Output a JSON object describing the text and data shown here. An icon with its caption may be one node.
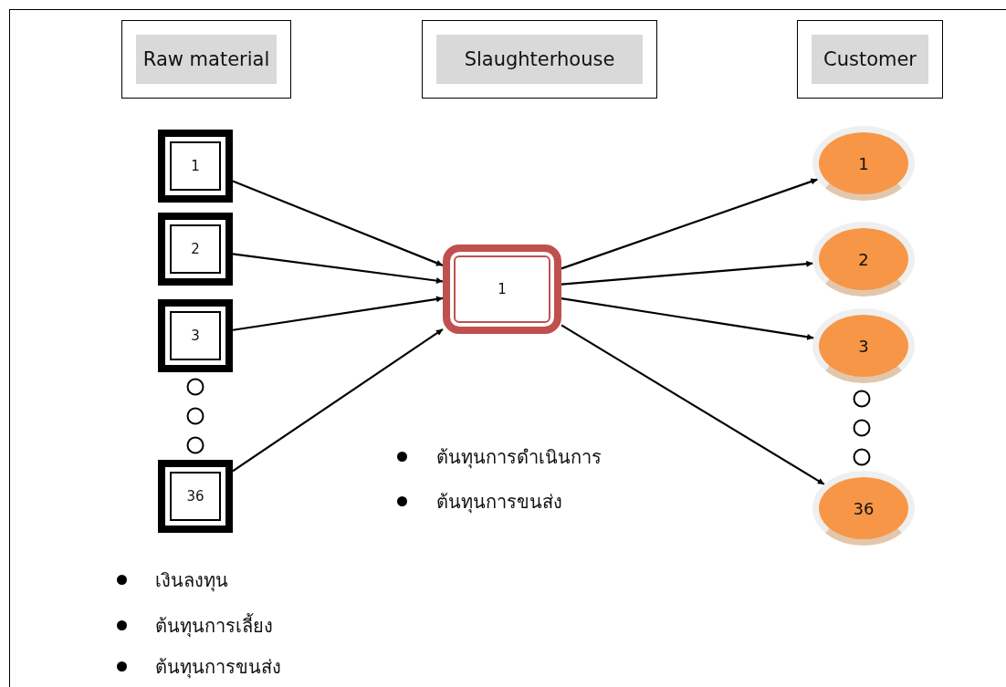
{
  "diagram": {
    "nodes": [
      {
        "text": [
          "Raw material"
        ]
      },
      {
        "text": [
          "Slaughterhouse"
        ]
      },
      {
        "text": [
          "Customer"
        ]
      },
      {
        "text": [
          "1"
        ]
      },
      {
        "text": [
          "2"
        ]
      },
      {
        "text": [
          "3"
        ]
      },
      {
        "text": [
          "36"
        ]
      },
      {
        "text": [
          "1"
        ]
      },
      {
        "text": [
          "1"
        ]
      },
      {
        "text": [
          "2"
        ]
      },
      {
        "text": [
          "3"
        ]
      },
      {
        "text": [
          "36"
        ]
      }
    ],
    "edges": [
      {
        "from": 3,
        "to": 7,
        "arrow": "to"
      },
      {
        "from": 4,
        "to": 7,
        "arrow": "to"
      },
      {
        "from": 5,
        "to": 7,
        "arrow": "to"
      },
      {
        "from": 6,
        "to": 7,
        "arrow": "to"
      },
      {
        "from": 7,
        "to": 8,
        "arrow": "to"
      },
      {
        "from": 7,
        "to": 9,
        "arrow": "to"
      },
      {
        "from": 7,
        "to": 10,
        "arrow": "to"
      },
      {
        "from": 7,
        "to": 11,
        "arrow": "to"
      }
    ],
    "labels": [
      "ต้นทุนการดำเนินการ",
      "ต้นทุนการขนส่ง",
      "เงินลงทุน",
      "ต้นทุนการเลี้ยง",
      "ต้นทุนการขนส่ง"
    ]
  }
}
